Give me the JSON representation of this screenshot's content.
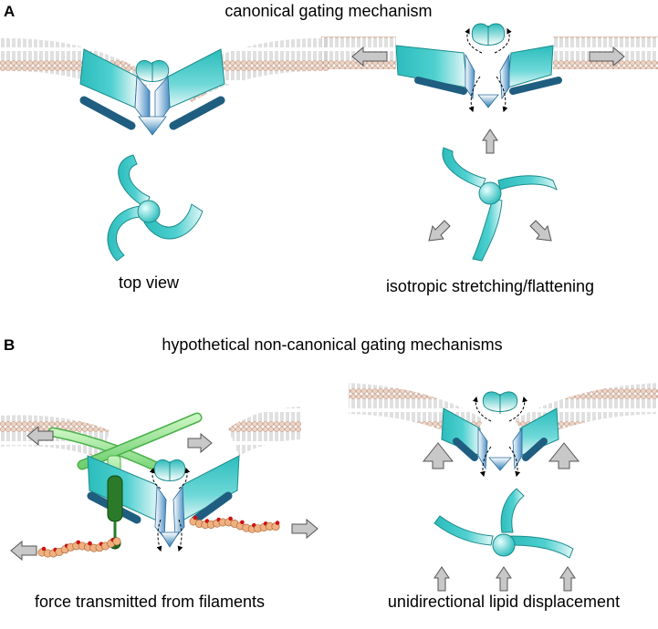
{
  "panel_a": {
    "letter": "A",
    "title": "canonical gating mechanism",
    "captions": {
      "top_view": "top view",
      "isotropic": "isotropic stretching/flattening"
    }
  },
  "panel_b": {
    "letter": "B",
    "title": "hypothetical non-canonical gating mechanisms",
    "captions": {
      "filaments": "force transmitted from filaments",
      "lipid": "unidirectional lipid displacement"
    }
  },
  "colors": {
    "channel_teal": "#3cc8c8",
    "helix_dark_blue": "#1f5e80",
    "membrane_head": "#d8a890",
    "arrow_grey": "#c8c8c8",
    "filament_orange": "#f0b080",
    "filament_red": "#d01010",
    "linker_green": "#90e090",
    "linker_dark_green": "#2a7a2a"
  }
}
